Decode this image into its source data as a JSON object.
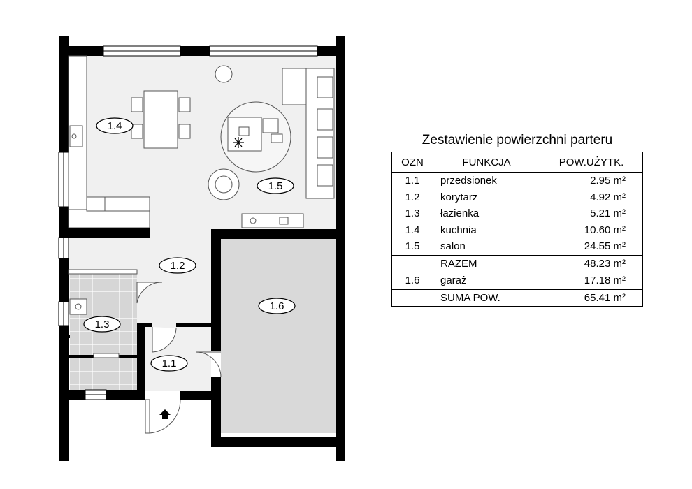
{
  "rooms": [
    {
      "id": "1.1"
    },
    {
      "id": "1.2"
    },
    {
      "id": "1.3"
    },
    {
      "id": "1.4"
    },
    {
      "id": "1.5"
    },
    {
      "id": "1.6"
    }
  ],
  "table": {
    "title": "Zestawienie powierzchni parteru",
    "headers": [
      "OZN",
      "FUNKCJA",
      "POW.UŻYTK."
    ],
    "rows": [
      {
        "ozn": "1.1",
        "funkcja": "przedsionek",
        "pow": "2.95 m²"
      },
      {
        "ozn": "1.2",
        "funkcja": "korytarz",
        "pow": "4.92 m²"
      },
      {
        "ozn": "1.3",
        "funkcja": "łazienka",
        "pow": "5.21 m²"
      },
      {
        "ozn": "1.4",
        "funkcja": "kuchnia",
        "pow": "10.60 m²"
      },
      {
        "ozn": "1.5",
        "funkcja": "salon",
        "pow": "24.55 m²"
      },
      {
        "ozn": "",
        "funkcja": "RAZEM",
        "pow": "48.23 m²"
      },
      {
        "ozn": "1.6",
        "funkcja": "garaż",
        "pow": "17.18 m²"
      },
      {
        "ozn": "",
        "funkcja": "SUMA POW.",
        "pow": "65.41 m²"
      }
    ]
  },
  "colors": {
    "wall": "#000000",
    "floor": "#f0f0f0",
    "garage_floor": "#d9d9d9",
    "tile": "#d6d6d6"
  }
}
